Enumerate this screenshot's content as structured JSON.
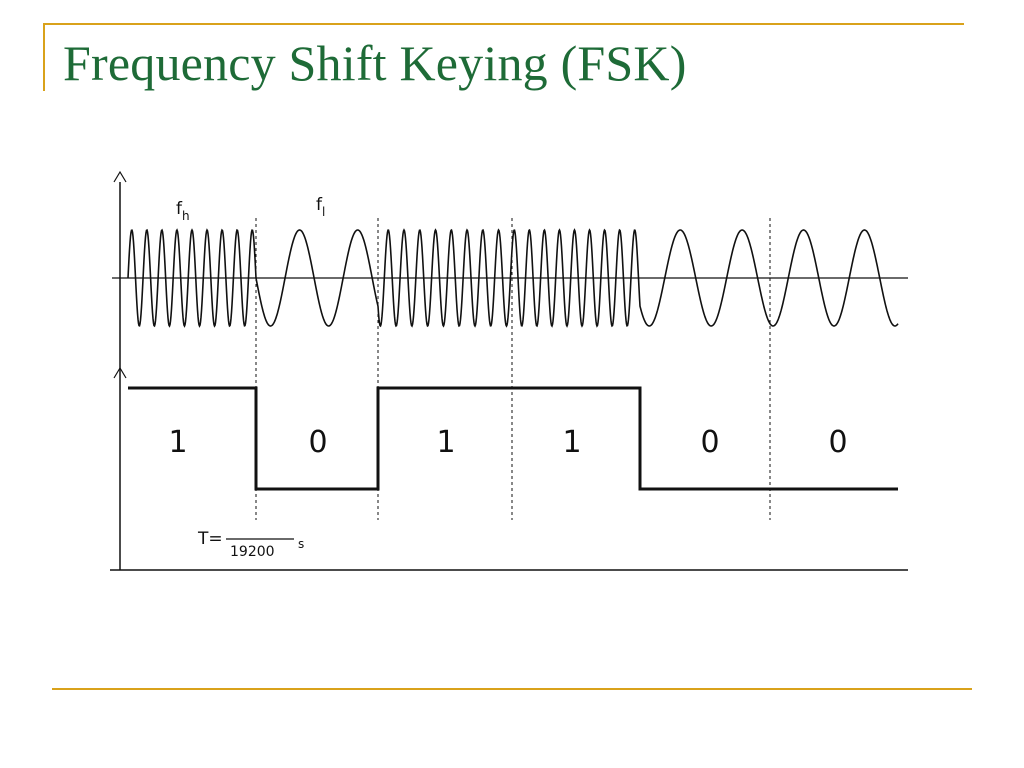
{
  "slide": {
    "title": "Frequency Shift Keying (FSK)"
  },
  "diagram": {
    "freq_high_label": "f",
    "freq_high_sub": "h",
    "freq_low_label": "f",
    "freq_low_sub": "l",
    "bits": [
      "1",
      "0",
      "1",
      "1",
      "0",
      "0"
    ],
    "period_prefix": "T=",
    "period_denominator": "19200",
    "period_unit": "s"
  },
  "colors": {
    "accent": "#d9a21b",
    "title": "#1e6b37",
    "ink": "#111111"
  }
}
